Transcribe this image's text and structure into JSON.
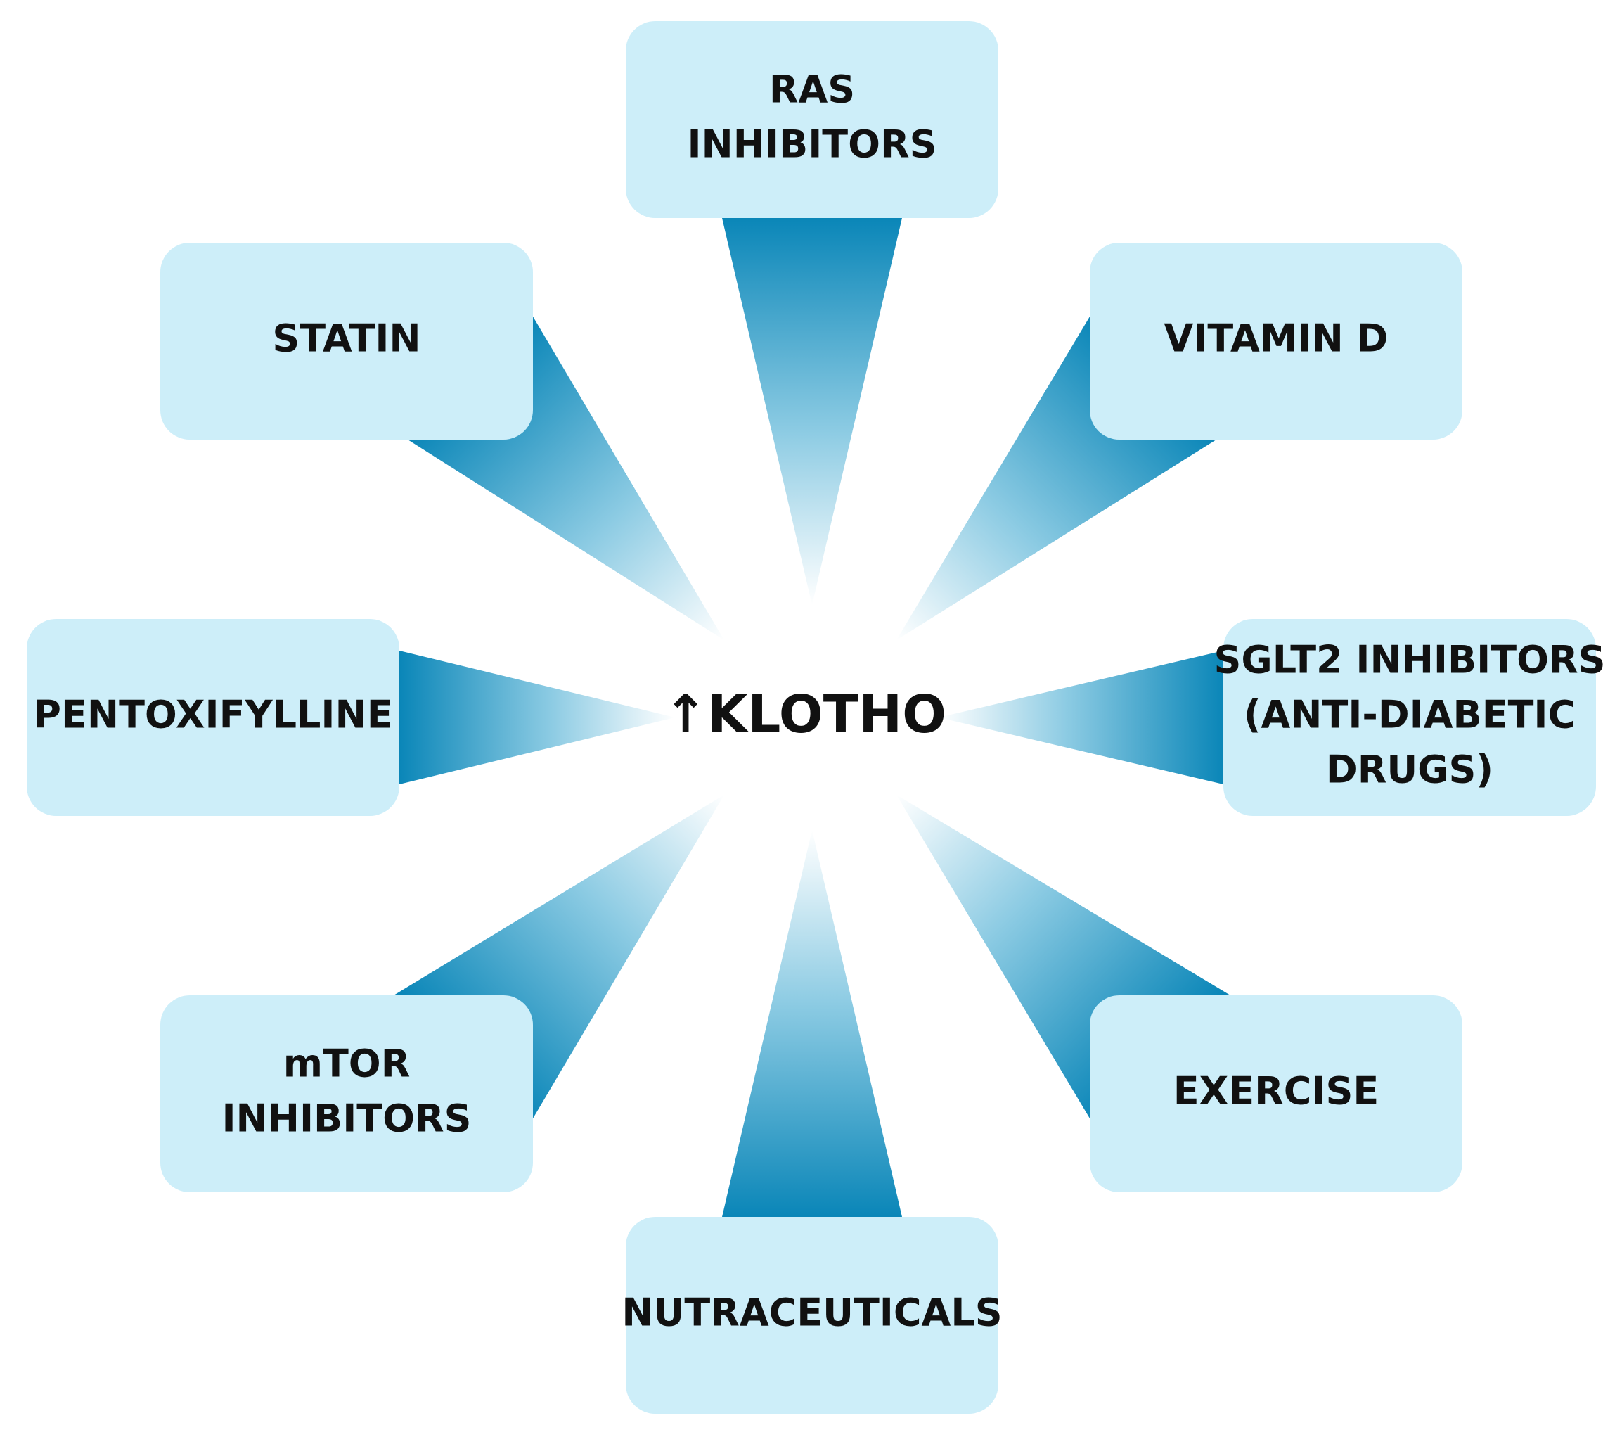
{
  "center": {
    "arrow": "↑",
    "label": "KLOTHO"
  },
  "colors": {
    "box_fill": "#cdeef9",
    "ray_dark": "#0a86b8",
    "ray_light": "#ffffff",
    "text": "#111111"
  },
  "nodes": [
    {
      "id": "ras-inhibitors",
      "lines": [
        "RAS",
        "INHIBITORS"
      ]
    },
    {
      "id": "vitamin-d",
      "lines": [
        "VITAMIN D"
      ]
    },
    {
      "id": "sglt2-inhibitors",
      "lines": [
        "SGLT2 INHIBITORS",
        "(ANTI-DIABETIC",
        "DRUGS)"
      ]
    },
    {
      "id": "exercise",
      "lines": [
        "EXERCISE"
      ]
    },
    {
      "id": "nutraceuticals",
      "lines": [
        "NUTRACEUTICALS"
      ]
    },
    {
      "id": "mtor-inhibitors",
      "lines": [
        "mTOR",
        "INHIBITORS"
      ]
    },
    {
      "id": "pentoxifylline",
      "lines": [
        "PENTOXIFYLLINE"
      ]
    },
    {
      "id": "statin",
      "lines": [
        "STATIN"
      ]
    }
  ]
}
